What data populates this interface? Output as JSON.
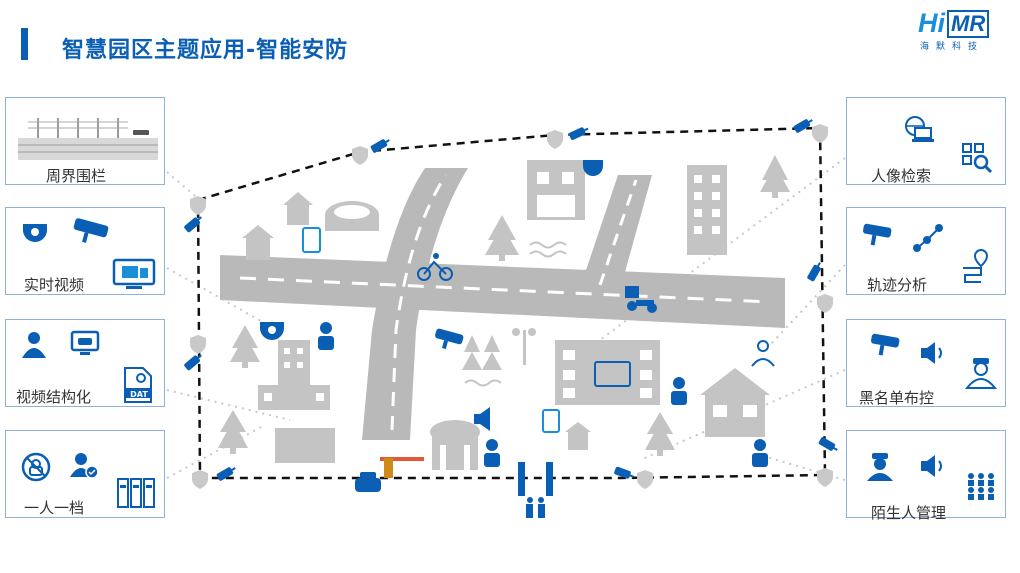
{
  "header": {
    "title": "智慧园区主题应用-智能安防"
  },
  "logo": {
    "mark_hi": "Hi",
    "mark_mr": "MR",
    "subtitle": "海默科技"
  },
  "left_panels": [
    {
      "label": "周界围栏"
    },
    {
      "label": "实时视频"
    },
    {
      "label": "视频结构化"
    },
    {
      "label": "一人一档"
    }
  ],
  "right_panels": [
    {
      "label": "人像检索"
    },
    {
      "label": "轨迹分析"
    },
    {
      "label": "黑名单布控"
    },
    {
      "label": "陌生人管理"
    }
  ],
  "map_labels": {
    "dat_badge": "DAT"
  },
  "colors": {
    "brand_blue": "#0a5fb4",
    "light_blue": "#1a8fd8",
    "road_gray": "#b9b9b9",
    "icon_gray": "#c4c4c4",
    "panel_border": "#8fb2d6"
  }
}
